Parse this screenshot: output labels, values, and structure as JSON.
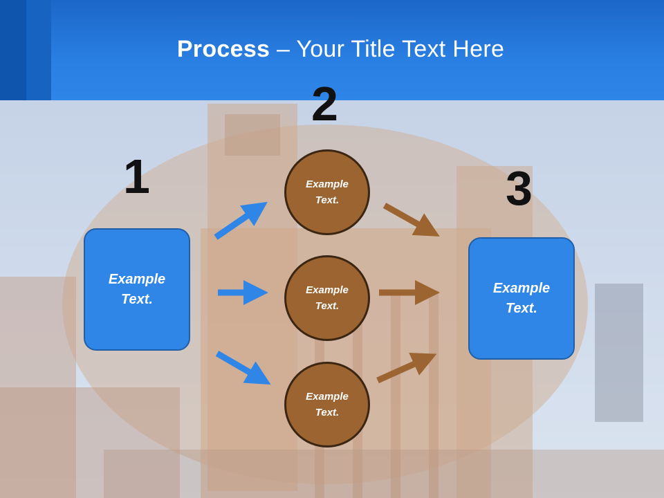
{
  "slide": {
    "title_bold": "Process",
    "title_rest": " – Your Title Text Here",
    "step_numbers": [
      "1",
      "2",
      "3"
    ]
  },
  "boxes": {
    "left": "Example\nText.",
    "right": "Example\nText."
  },
  "circles": [
    "Example\nText.",
    "Example\nText.",
    "Example\nText."
  ],
  "colors": {
    "header": "#2a7fe2",
    "box": "#2f86e6",
    "circle": "#9b6430",
    "blue_arrow": "#2f86e6",
    "brown_arrow": "#9b6430"
  }
}
